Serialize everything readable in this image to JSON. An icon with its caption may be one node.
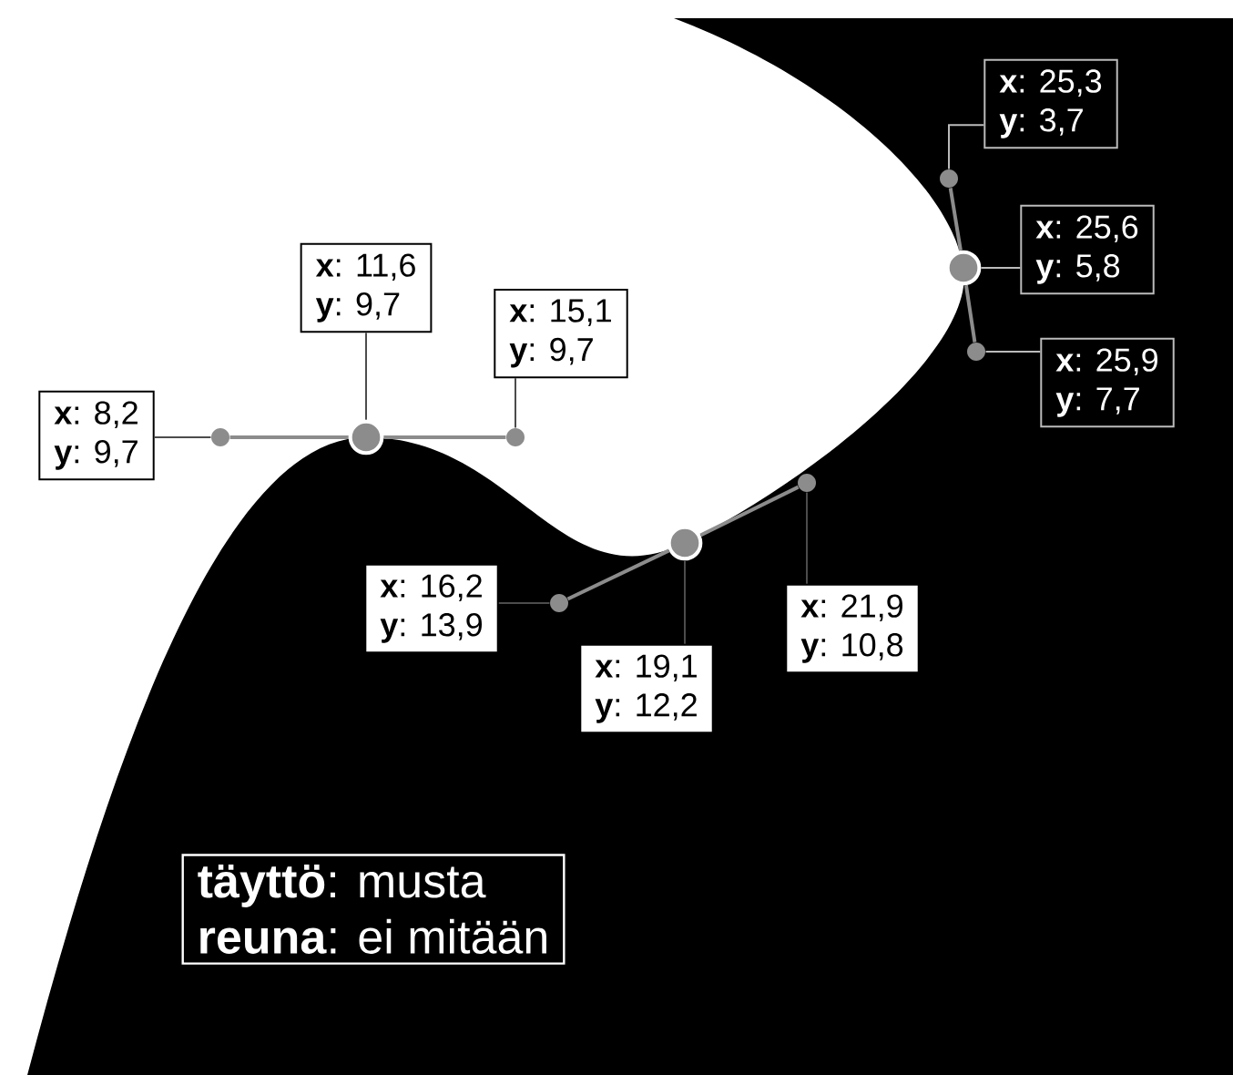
{
  "diagram": {
    "nodes": [
      {
        "text": [
          "**x**: 25,3",
          "**y**: 3,7"
        ]
      },
      {
        "text": [
          "**x**: 11,6",
          "**y**: 9,7"
        ]
      },
      {
        "text": [
          "**x**: 25,6",
          "**y**: 5,8"
        ]
      },
      {
        "text": [
          "**x**: 15,1",
          "**y**: 9,7"
        ]
      },
      {
        "text": [
          "**x**: 25,9",
          "**y**: 7,7"
        ]
      },
      {
        "text": [
          "**x**: 8,2",
          "**y**: 9,7"
        ]
      },
      {
        "text": [
          "**x**: 16,2",
          "**y**: 13,9"
        ]
      },
      {
        "text": [
          "**x**: 21,9",
          "**y**: 10,8"
        ]
      },
      {
        "text": [
          "**x**: 19,1",
          "**y**: 12,2"
        ]
      },
      {
        "text": [
          "**täyttö**: musta",
          "**reuna**: ei mitään"
        ]
      },
      {
        "text": [],
        "shape": "circle"
      },
      {
        "text": [],
        "shape": "circle"
      },
      {
        "text": [],
        "shape": "circle"
      },
      {
        "text": [],
        "shape": "circle"
      },
      {
        "text": [],
        "shape": "circle"
      },
      {
        "text": [],
        "shape": "circle"
      },
      {
        "text": [],
        "shape": "circle"
      },
      {
        "text": [],
        "shape": "circle"
      },
      {
        "text": [],
        "shape": "circle"
      }
    ],
    "edges": [
      {
        "from": 5,
        "to": 10,
        "arrow": "none"
      },
      {
        "from": 1,
        "to": 11,
        "arrow": "none"
      },
      {
        "from": 3,
        "to": 12,
        "arrow": "none"
      },
      {
        "from": 6,
        "to": 13,
        "arrow": "none"
      },
      {
        "from": 8,
        "to": 14,
        "arrow": "none"
      },
      {
        "from": 7,
        "to": 15,
        "arrow": "none"
      },
      {
        "from": 0,
        "to": 16,
        "arrow": "none",
        "color": "#bbbbbb"
      },
      {
        "from": 2,
        "to": 17,
        "arrow": "none",
        "color": "#bbbbbb"
      },
      {
        "from": 4,
        "to": 18,
        "arrow": "none",
        "color": "#bbbbbb"
      },
      {
        "from": 10,
        "to": 11,
        "arrow": "none"
      },
      {
        "from": 11,
        "to": 12,
        "arrow": "none"
      },
      {
        "from": 13,
        "to": 14,
        "arrow": "none"
      },
      {
        "from": 14,
        "to": 15,
        "arrow": "none"
      },
      {
        "from": 16,
        "to": 17,
        "arrow": "none"
      },
      {
        "from": 17,
        "to": 18,
        "arrow": "none"
      }
    ]
  }
}
